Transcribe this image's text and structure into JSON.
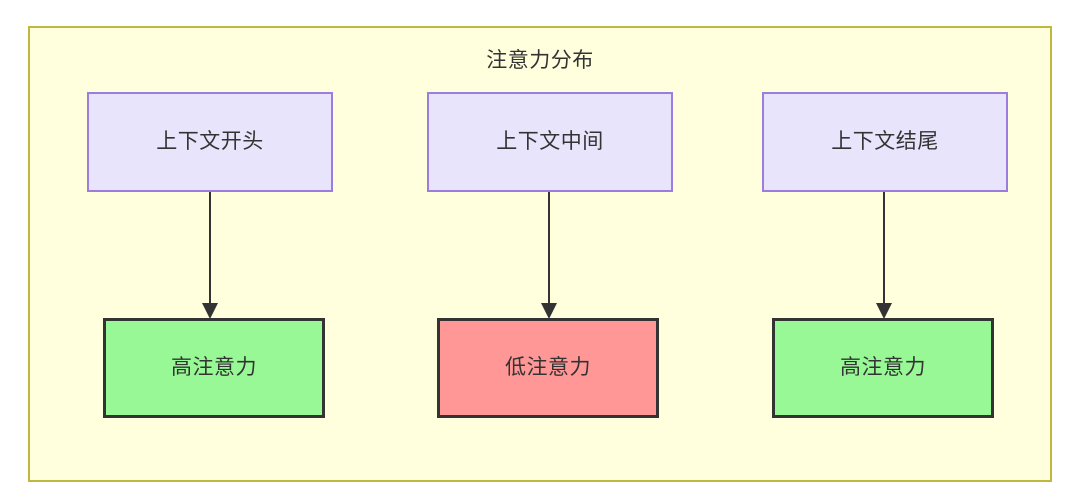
{
  "diagram": {
    "title": "注意力分布",
    "background_color": "#ffffde",
    "border_color": "#bfb83e",
    "type": "flowchart",
    "direction": "top-down",
    "source_nodes": [
      {
        "id": "src-0",
        "label": "上下文开头",
        "fill": "#e8e4fb",
        "stroke": "#9d7ce0"
      },
      {
        "id": "src-1",
        "label": "上下文中间",
        "fill": "#e8e4fb",
        "stroke": "#9d7ce0"
      },
      {
        "id": "src-2",
        "label": "上下文结尾",
        "fill": "#e8e4fb",
        "stroke": "#9d7ce0"
      }
    ],
    "target_nodes": [
      {
        "id": "tgt-0",
        "label": "高注意力",
        "fill": "#97f895",
        "stroke": "#333333"
      },
      {
        "id": "tgt-1",
        "label": "低注意力",
        "fill": "#ff9797",
        "stroke": "#333333"
      },
      {
        "id": "tgt-2",
        "label": "高注意力",
        "fill": "#97f895",
        "stroke": "#333333"
      }
    ],
    "edges": [
      {
        "from": "上下文开头",
        "to": "高注意力"
      },
      {
        "from": "上下文中间",
        "to": "低注意力"
      },
      {
        "from": "上下文结尾",
        "to": "高注意力"
      }
    ]
  }
}
